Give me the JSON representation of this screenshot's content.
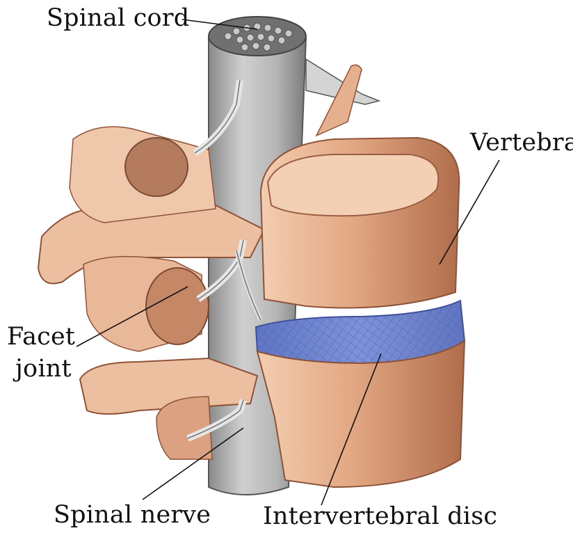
{
  "labels": {
    "spinal_cord": "Spinal cord",
    "vertebra": "Vertebra",
    "facet_joint_line1": "Facet",
    "facet_joint_line2": "joint",
    "spinal_nerve": "Spinal nerve",
    "intervertebral_disc": "Intervertebral disc"
  },
  "colors": {
    "bone": "#e8b491",
    "bone_shadow": "#b97a5a",
    "bone_dark": "#8e5238",
    "cord": "#b9b9b9",
    "cord_dark": "#6f6f6f",
    "disc": "#6f86cf",
    "nerve": "#e4e4e4",
    "leader": "#111111"
  }
}
